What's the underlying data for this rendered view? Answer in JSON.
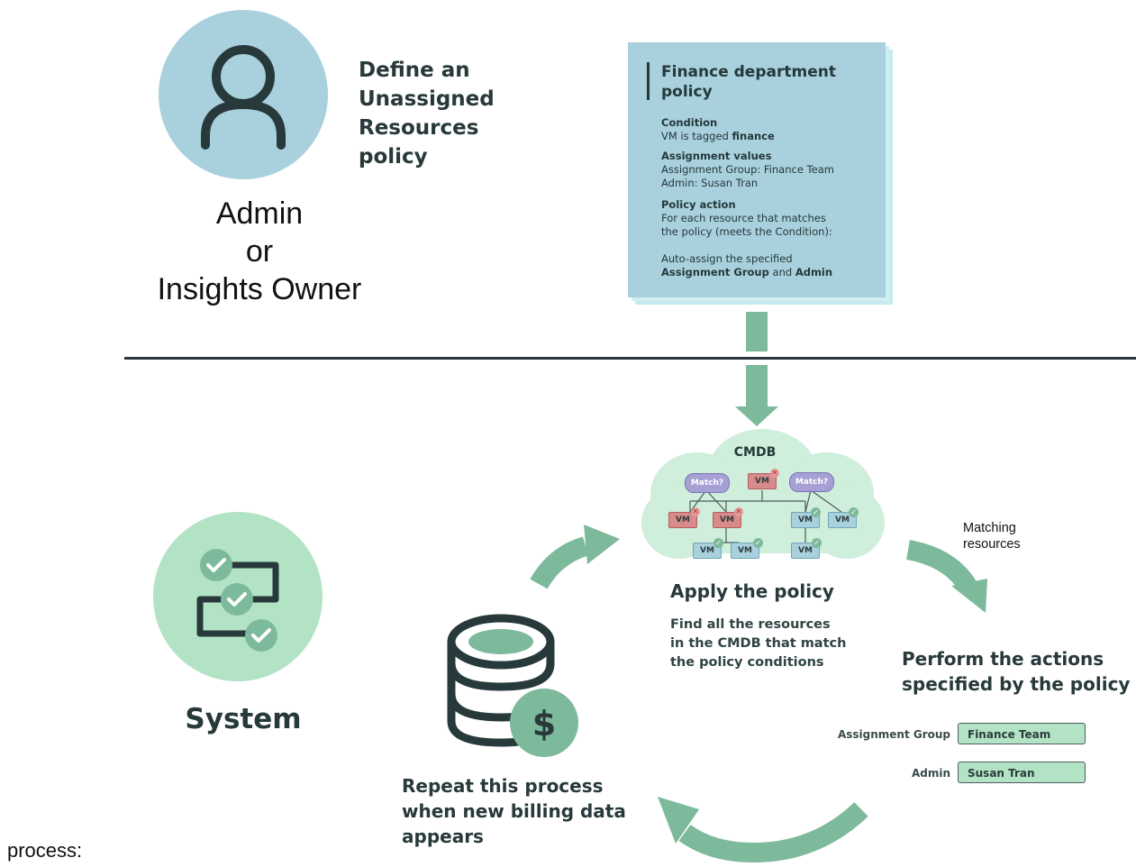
{
  "actor": {
    "icon": "person-icon",
    "roles": [
      "Admin",
      "or",
      "Insights Owner"
    ],
    "task": [
      "Define an",
      "Unassigned Resources",
      "policy"
    ]
  },
  "policy_card": {
    "title": "Finance department policy",
    "condition_label": "Condition",
    "condition_text": "VM is tagged",
    "condition_tag": "finance",
    "assignment_label": "Assignment values",
    "assignment_group": "Assignment Group: Finance Team",
    "assignment_admin": "Admin: Susan Tran",
    "action_label": "Policy action",
    "action_text_1": "For each resource that matches",
    "action_text_2": "the policy (meets the Condition):",
    "action_text_3": "Auto-assign the specified",
    "action_group": "Assignment Group",
    "action_and": "and",
    "action_admin": "Admin"
  },
  "system": {
    "icon": "checklist-process-icon",
    "label": "System"
  },
  "cmdb": {
    "title": "CMDB",
    "match_label": "Match?",
    "vm_label": "VM"
  },
  "apply": {
    "title": "Apply the policy",
    "desc": [
      "Find all the resources",
      "in the CMDB that match",
      "the policy conditions"
    ]
  },
  "matching": {
    "label": [
      "Matching",
      "resources"
    ]
  },
  "perform": {
    "title": [
      "Perform the actions",
      "specified by the policy"
    ],
    "group_label": "Assignment Group",
    "group_value": "Finance Team",
    "admin_label": "Admin",
    "admin_value": "Susan Tran"
  },
  "repeat": {
    "icon": "billing-database-icon",
    "text": [
      "Repeat this process",
      "when new billing data",
      "appears"
    ]
  },
  "footer_label": "process:",
  "colors": {
    "accent_green": "#7db99b",
    "light_green": "#b3e3c5",
    "card_blue": "#a9d0dd",
    "dark_teal": "#23393a",
    "vm_red": "#d98a8a",
    "vm_blue": "#a9d0dd",
    "match_purple": "#a7a0d4"
  }
}
